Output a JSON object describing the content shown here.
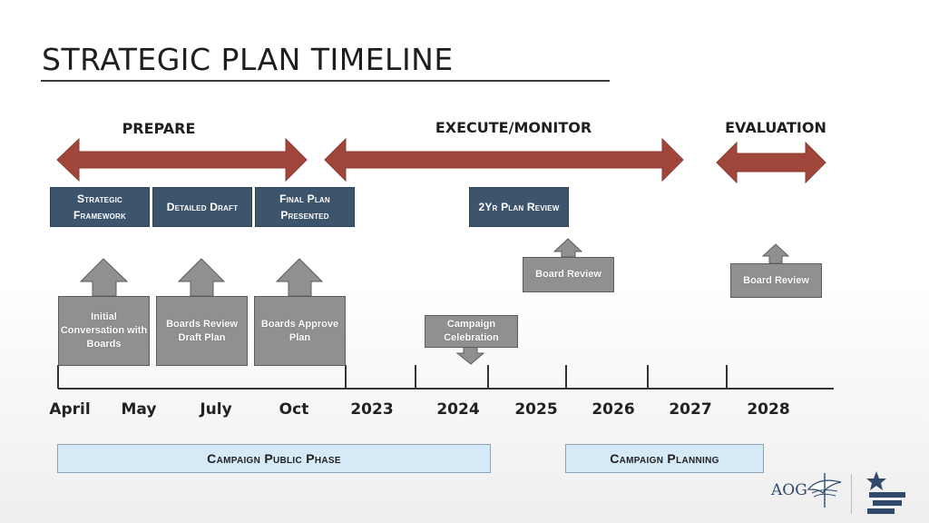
{
  "title": "STRATEGIC PLAN TIMELINE",
  "phases": {
    "prepare": "PREPARE",
    "execute": "EXECUTE/MONITOR",
    "evaluation": "EVALUATION"
  },
  "milestones": {
    "strategic_framework": "Strategic Framework",
    "detailed_draft": "Detailed Draft",
    "final_plan": "Final Plan Presented",
    "two_yr_review": "2Yr Plan Review"
  },
  "events": {
    "initial_conversation": "Initial Conversation with Boards",
    "boards_review_draft": "Boards Review Draft Plan",
    "boards_approve": "Boards Approve Plan",
    "campaign_celebration": "Campaign Celebration",
    "board_review_1": "Board Review",
    "board_review_2": "Board Review"
  },
  "timeline": {
    "labels": [
      "April",
      "May",
      "July",
      "Oct",
      "2023",
      "2024",
      "2025",
      "2026",
      "2027",
      "2028"
    ]
  },
  "bars": {
    "campaign_public": "Campaign Public Phase",
    "campaign_planning": "Campaign Planning"
  },
  "logo": {
    "text": "AOG"
  },
  "colors": {
    "arrow": "#a0463a",
    "navy_box": "#3d546d",
    "gray_box": "#909090",
    "blue_bar": "#d6e9f7"
  }
}
